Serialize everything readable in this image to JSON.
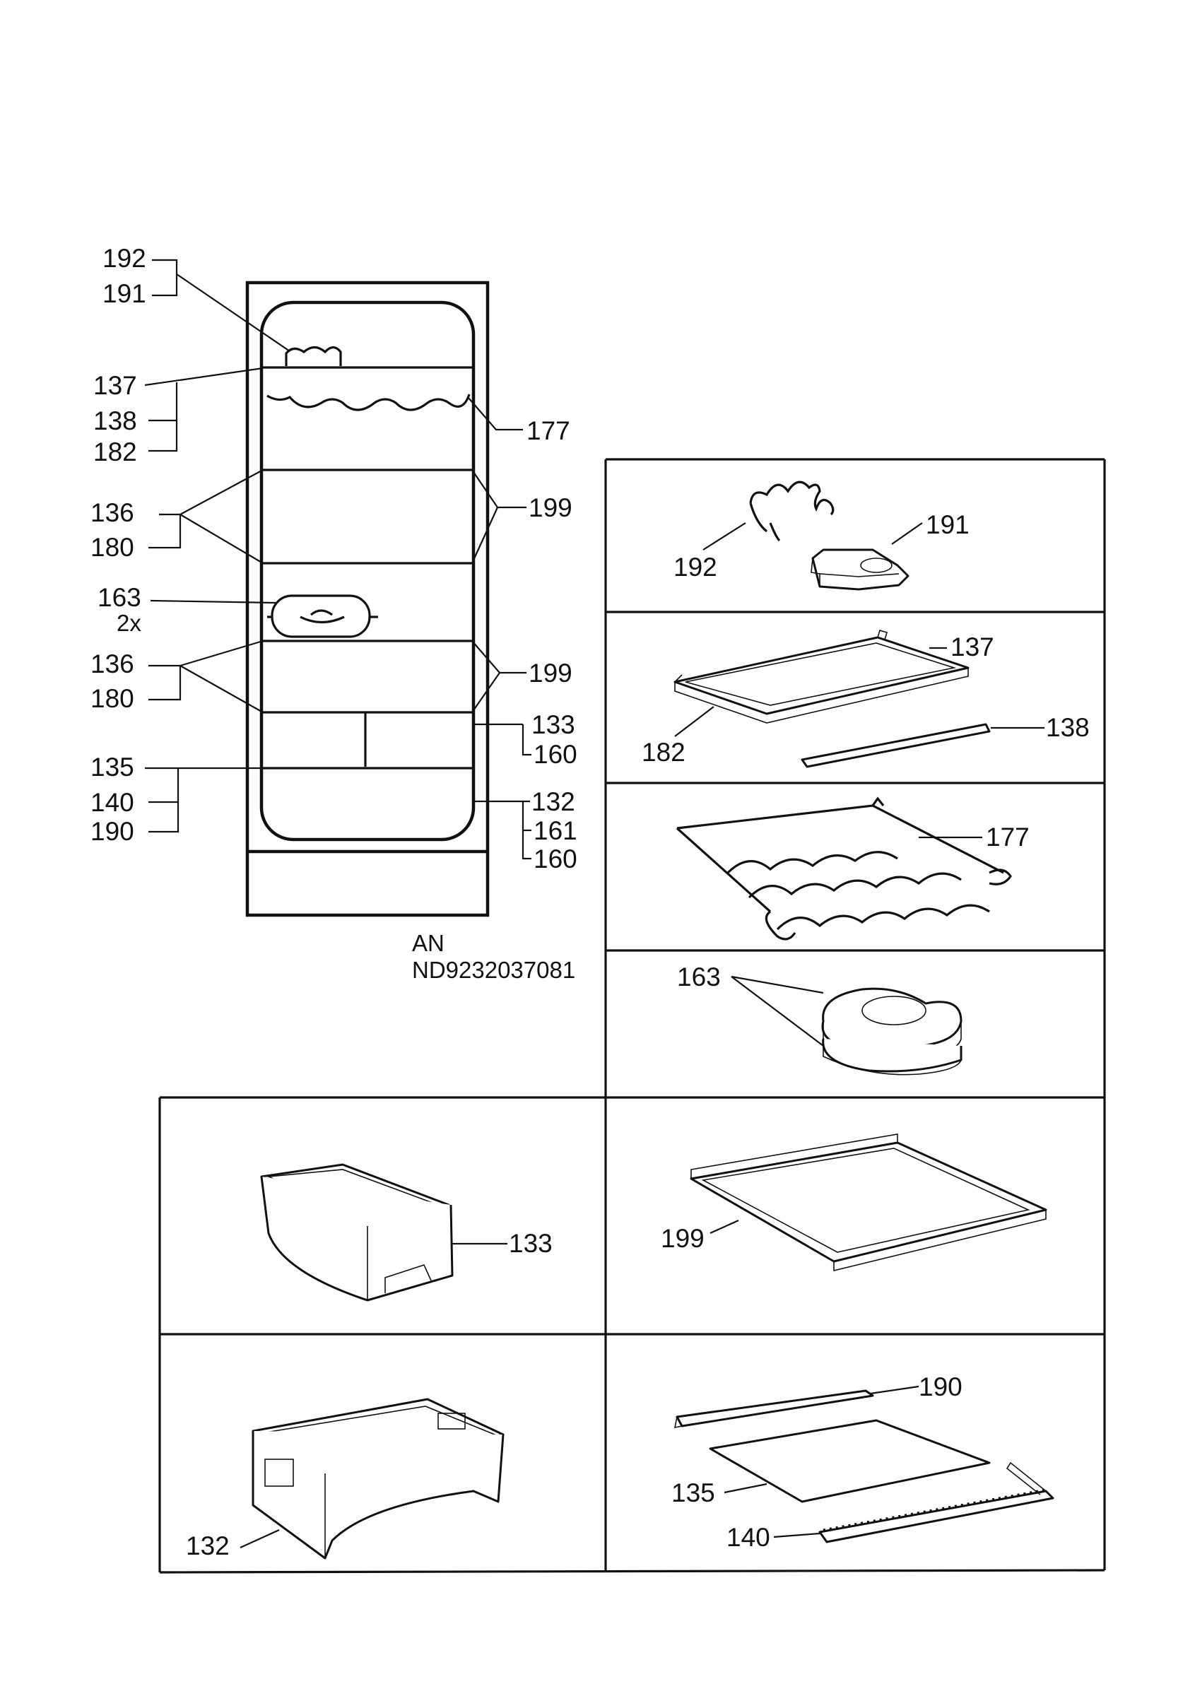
{
  "fridge": {
    "labels_left": {
      "l192": "192",
      "l191": "191",
      "l137": "137",
      "l138": "138",
      "l182": "182",
      "l136a": "136",
      "l180a": "180",
      "l163": "163",
      "l163x": "2x",
      "l136b": "136",
      "l180b": "180",
      "l135": "135",
      "l140": "140",
      "l190": "190"
    },
    "labels_right": {
      "l177": "177",
      "l199a": "199",
      "l199b": "199",
      "l133": "133",
      "l160a": "160",
      "l132": "132",
      "l161": "161",
      "l160b": "160"
    },
    "code_line1": "AN",
    "code_line2": "ND9232037081"
  },
  "panels": {
    "p1": {
      "a": "192",
      "b": "191"
    },
    "p2": {
      "a": "137",
      "b": "182",
      "c": "138"
    },
    "p3": {
      "a": "177"
    },
    "p4": {
      "a": "163"
    },
    "p5": {
      "a": "133"
    },
    "p6": {
      "a": "199"
    },
    "p7": {
      "a": "132"
    },
    "p8": {
      "a": "190",
      "b": "135",
      "c": "140"
    }
  }
}
